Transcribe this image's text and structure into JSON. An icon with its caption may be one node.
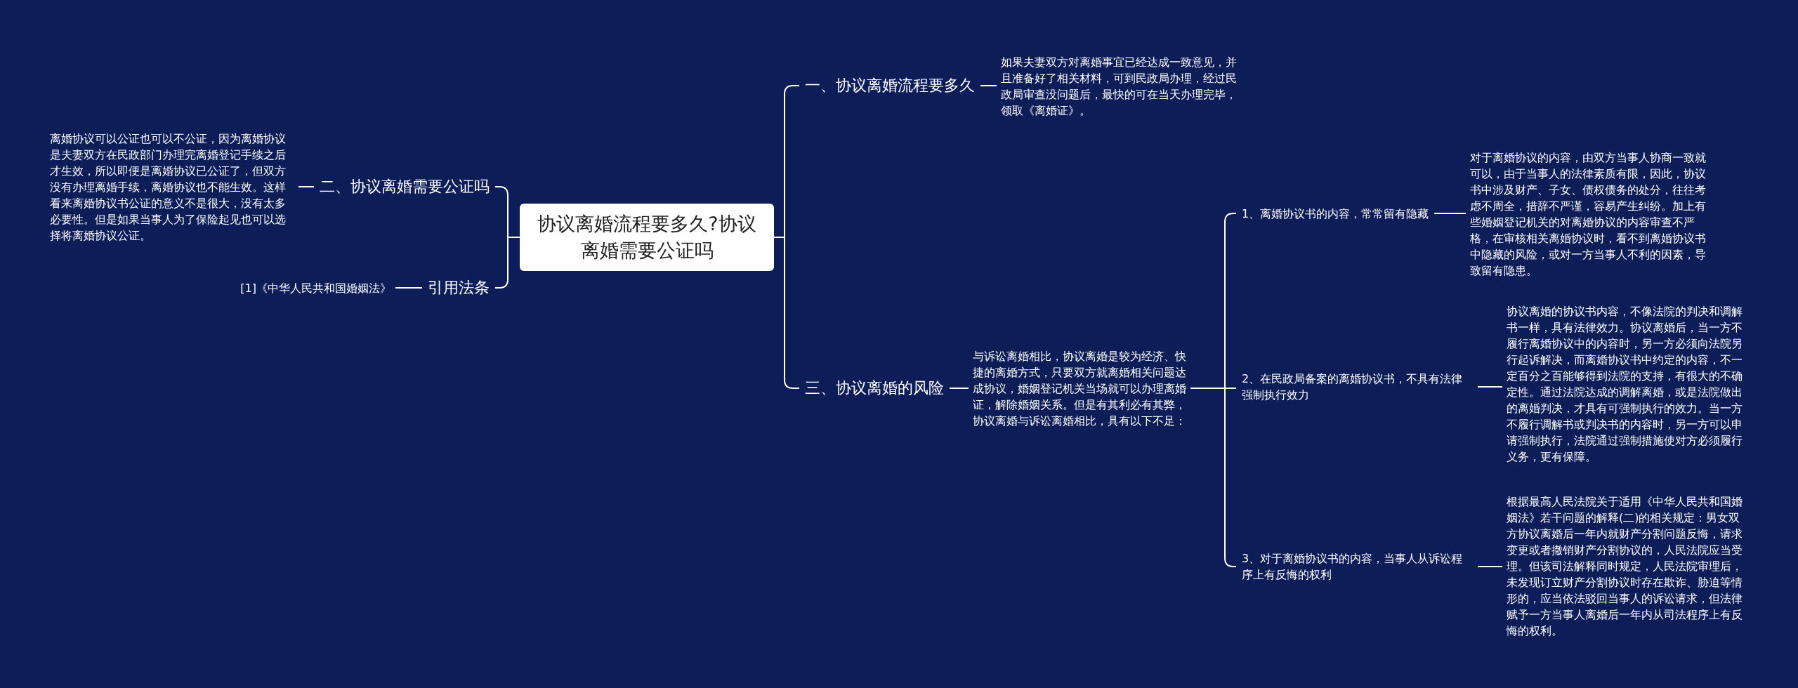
{
  "diagram": {
    "nodes": [
      {
        "text": [
          "协议离婚流程要多久?协议离婚需要公证吗"
        ]
      },
      {
        "text": [
          "一、协议离婚流程要多久"
        ]
      },
      {
        "text": [
          "如果夫妻双方对离婚事宜已经达成一致意见，并且准备好了相关材料，可到民政局办理，经过民政局审查没问题后，最快的可在当天办理完毕，领取《离婚证》。"
        ]
      },
      {
        "text": [
          "二、协议离婚需要公证吗"
        ]
      },
      {
        "text": [
          "离婚协议可以公证也可以不公证，因为离婚协议是夫妻双方在民政部门办理完离婚登记手续之后才生效，所以即便是离婚协议已公证了，但双方没有办理离婚手续，离婚协议也不能生效。这样看来离婚协议书公证的意义不是很大，没有太多必要性。但是如果当事人为了保险起见也可以选择将离婚协议公证。"
        ]
      },
      {
        "text": [
          "引用法条"
        ]
      },
      {
        "text": [
          "[1]《中华人民共和国婚姻法》"
        ]
      },
      {
        "text": [
          "三、协议离婚的风险"
        ]
      },
      {
        "text": [
          "与诉讼离婚相比，协议离婚是较为经济、快捷的离婚方式，只要双方就离婚相关问题达成协议，婚姻登记机关当场就可以办理离婚证，解除婚姻关系。但是有其利必有其弊，协议离婚与诉讼离婚相比，具有以下不足："
        ]
      },
      {
        "text": [
          "1、离婚协议书的内容，常常留有隐藏"
        ]
      },
      {
        "text": [
          "对于离婚协议的内容，由双方当事人协商一致就可以，由于当事人的法律素质有限，因此，协议书中涉及财产、子女、债权债务的处分，往往考虑不周全，措辞不严谨，容易产生纠纷。加上有些婚姻登记机关的对离婚协议的内容审查不严格，在审核相关离婚协议时，看不到离婚协议书中隐藏的风险，或对一方当事人不利的因素，导致留有隐患。"
        ]
      },
      {
        "text": [
          "2、在民政局备案的离婚协议书，不具有法律强制执行效力"
        ]
      },
      {
        "text": [
          "协议离婚的协议书内容，不像法院的判决和调解书一样，具有法律效力。协议离婚后，当一方不履行离婚协议中的内容时，另一方必须向法院另行起诉解决，而离婚协议书中约定的内容，不一定百分之百能够得到法院的支持，有很大的不确定性。通过法院达成的调解离婚，或是法院做出的离婚判决，才具有可强制执行的效力。当一方不履行调解书或判决书的内容时，另一方可以申请强制执行，法院通过强制措施使对方必须履行义务，更有保障。"
        ]
      },
      {
        "text": [
          "3、对于离婚协议书的内容，当事人从诉讼程序上有反悔的权利"
        ]
      },
      {
        "text": [
          "根据最高人民法院关于适用《中华人民共和国婚姻法》若干问题的解释(二)的相关规定：男女双方协议离婚后一年内就财产分割问题反悔，请求变更或者撤销财产分割协议的，人民法院应当受理。但该司法解释同时规定，人民法院审理后，未发现订立财产分割协议时存在欺诈、胁迫等情形的，应当依法驳回当事人的诉讼请求，但法律赋予一方当事人离婚后一年内从司法程序上有反悔的权利。"
        ]
      }
    ],
    "edges": [
      {
        "from": 0,
        "to": 1,
        "arrow": "none"
      },
      {
        "from": 1,
        "to": 2,
        "arrow": "none"
      },
      {
        "from": 0,
        "to": 3,
        "arrow": "none"
      },
      {
        "from": 3,
        "to": 4,
        "arrow": "none"
      },
      {
        "from": 0,
        "to": 5,
        "arrow": "none"
      },
      {
        "from": 5,
        "to": 6,
        "arrow": "none"
      },
      {
        "from": 0,
        "to": 7,
        "arrow": "none"
      },
      {
        "from": 7,
        "to": 8,
        "arrow": "none"
      },
      {
        "from": 8,
        "to": 9,
        "arrow": "none"
      },
      {
        "from": 9,
        "to": 10,
        "arrow": "none"
      },
      {
        "from": 8,
        "to": 11,
        "arrow": "none"
      },
      {
        "from": 11,
        "to": 12,
        "arrow": "none"
      },
      {
        "from": 8,
        "to": 13,
        "arrow": "none"
      },
      {
        "from": 13,
        "to": 14,
        "arrow": "none"
      }
    ]
  }
}
